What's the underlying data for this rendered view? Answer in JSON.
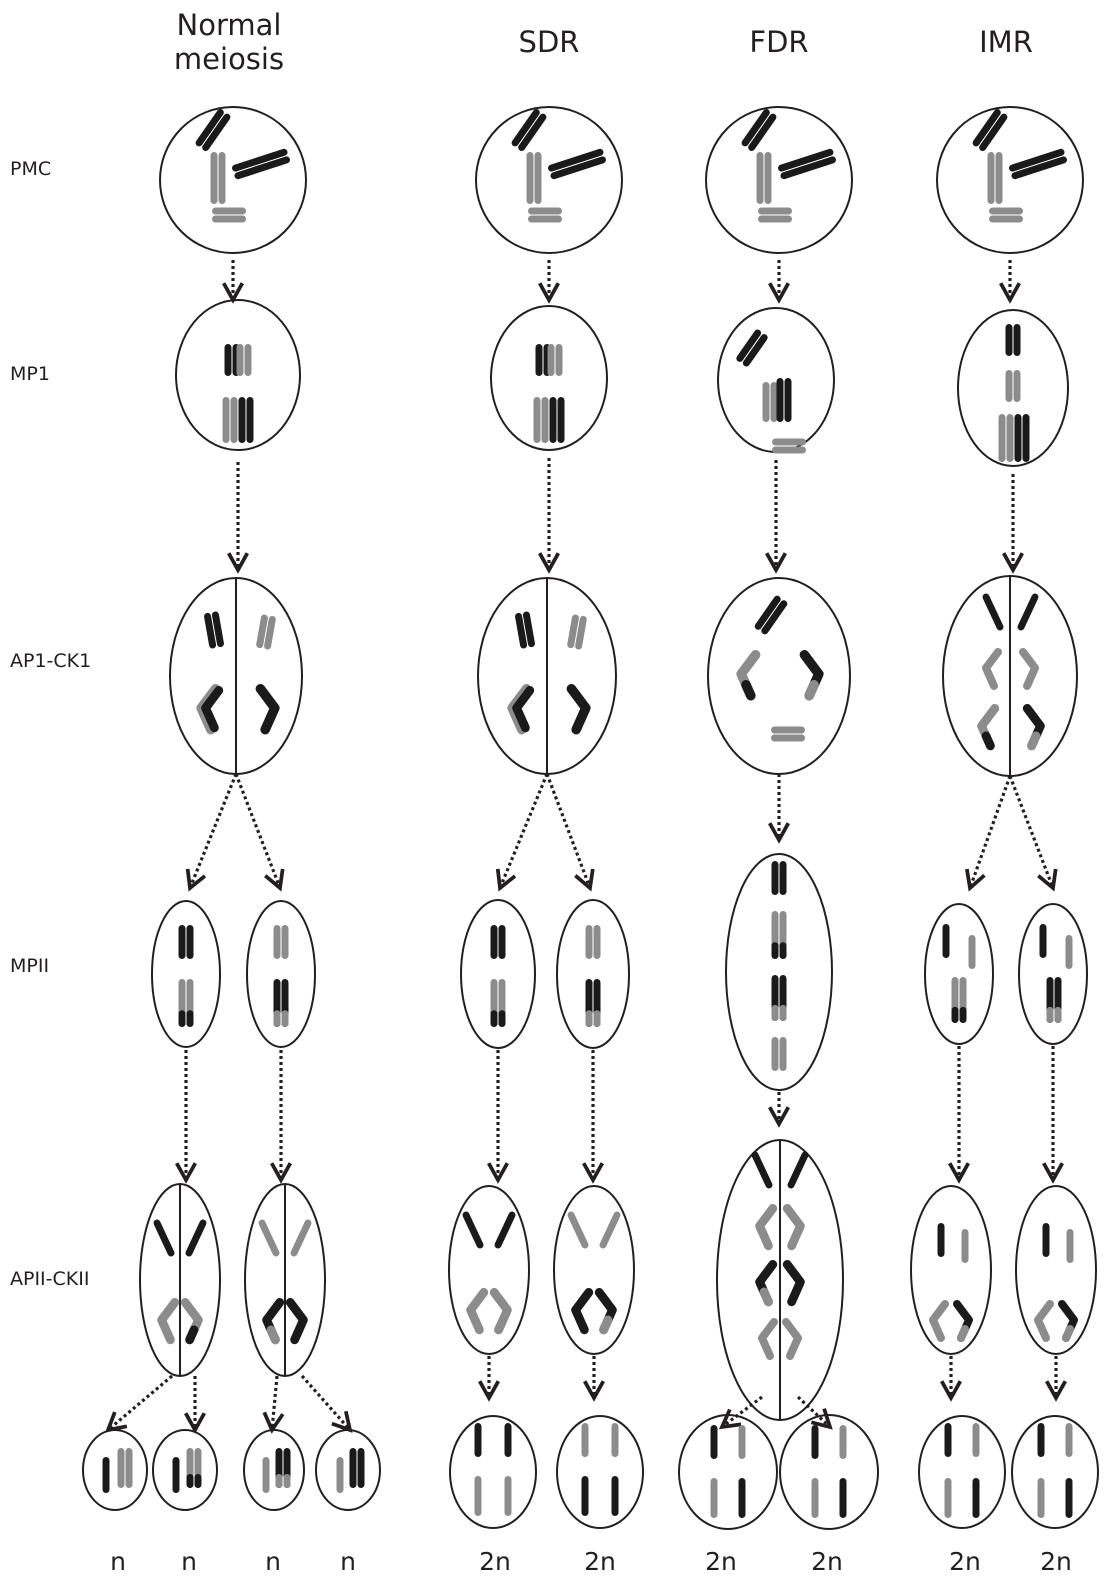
{
  "columns": [
    {
      "title_line1": "Normal",
      "title_line2": "meiosis"
    },
    {
      "title_line1": "SDR",
      "title_line2": ""
    },
    {
      "title_line1": "FDR",
      "title_line2": ""
    },
    {
      "title_line1": "IMR",
      "title_line2": ""
    }
  ],
  "stages": [
    "PMC",
    "MP1",
    "AP1-CK1",
    "MPII",
    "APII-CKII"
  ],
  "ploidy": [
    "n",
    "n",
    "n",
    "n",
    "2n",
    "2n",
    "2n",
    "2n",
    "2n",
    "2n"
  ],
  "colors": {
    "dark": "#1a1a1a",
    "light": "#8c8c8c",
    "line": "#231f20"
  }
}
